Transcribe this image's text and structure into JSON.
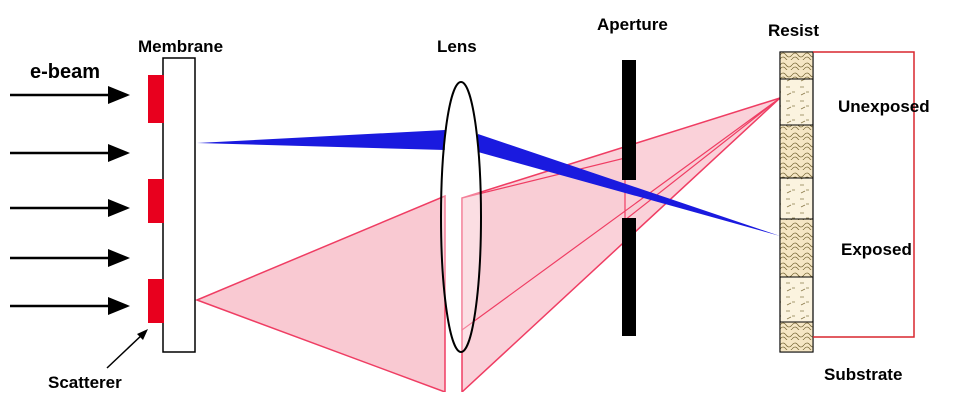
{
  "labels": {
    "ebeam": "e-beam",
    "membrane": "Membrane",
    "lens": "Lens",
    "aperture": "Aperture",
    "resist": "Resist",
    "unexposed": "Unexposed",
    "exposed": "Exposed",
    "scatterer": "Scatterer",
    "substrate": "Substrate"
  },
  "colors": {
    "scatterer": "#e8001e",
    "unscattered_beam": "#1a1adf",
    "scattered_cone_fill": "#f9c9d2",
    "scattered_cone_edge": "#ef3d63",
    "substrate_bracket": "#d9262f",
    "resist_fill": "#f5e6c4",
    "arrows": "#000000",
    "aperture": "#000000"
  },
  "counts": {
    "incident_beams": 5,
    "scatterers": 3
  }
}
